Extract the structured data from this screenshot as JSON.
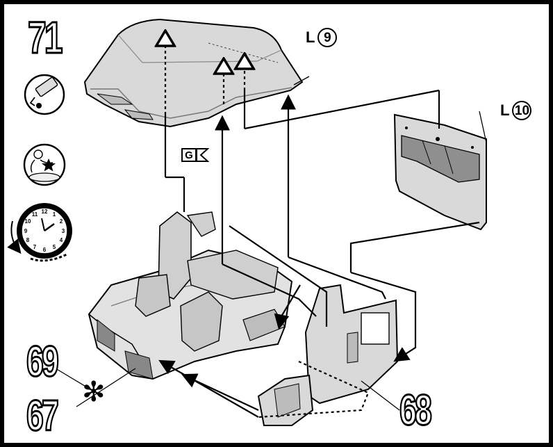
{
  "step": {
    "number": "71"
  },
  "icons": [
    {
      "name": "sealant-tube-icon"
    },
    {
      "name": "assistant-person-icon"
    },
    {
      "name": "clock-time-icon"
    }
  ],
  "callouts": {
    "part_69": "69",
    "part_67": "67",
    "part_68": "68",
    "asterisk": "✻"
  },
  "references": {
    "l9_letter": "L",
    "l9_number": "9",
    "l10_letter": "L",
    "l10_number": "10"
  },
  "marker": {
    "g_label": "G"
  },
  "colors": {
    "line": "#000000",
    "part_fill": "#d9d9d9",
    "part_dark": "#8f8f8f",
    "background": "#ffffff"
  }
}
